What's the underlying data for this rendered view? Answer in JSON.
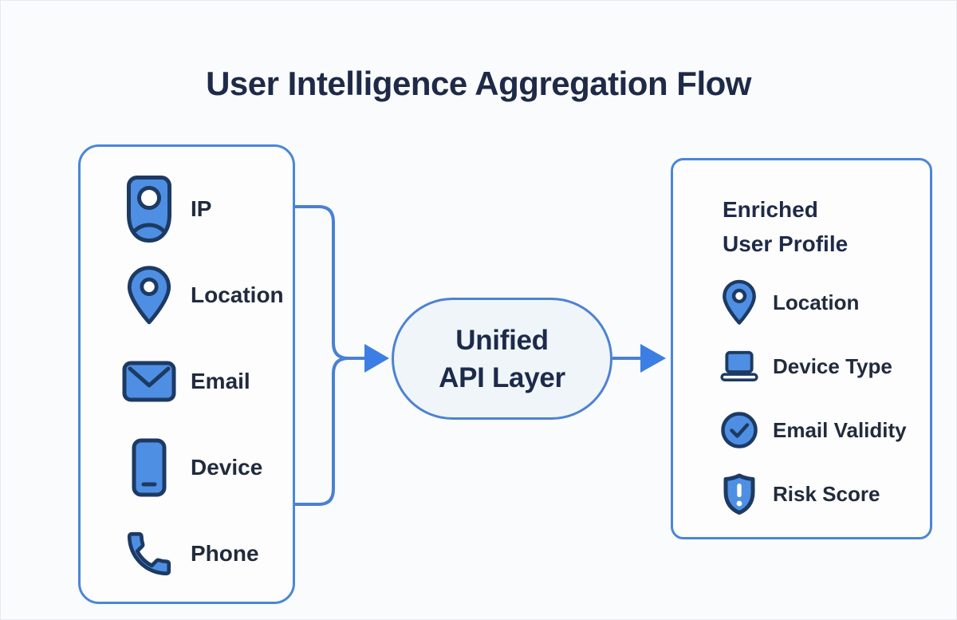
{
  "title": "User Intelligence Aggregation Flow",
  "sources_box": {
    "items": [
      {
        "label": "IP",
        "icon": "user-badge-icon"
      },
      {
        "label": "Location",
        "icon": "map-pin-icon"
      },
      {
        "label": "Email",
        "icon": "envelope-icon"
      },
      {
        "label": "Device",
        "icon": "smartphone-icon"
      },
      {
        "label": "Phone",
        "icon": "phone-handset-icon"
      }
    ]
  },
  "api_node": {
    "label_line1": "Unified",
    "label_line2": "API Layer"
  },
  "profile_box": {
    "title_line1": "Enriched",
    "title_line2": "User Profile",
    "items": [
      {
        "label": "Location",
        "icon": "map-pin-icon"
      },
      {
        "label": "Device Type",
        "icon": "laptop-icon"
      },
      {
        "label": "Email Validity",
        "icon": "check-circle-icon"
      },
      {
        "label": "Risk Score",
        "icon": "shield-alert-icon"
      }
    ]
  },
  "colors": {
    "icon_fill": "#4e8fe3",
    "icon_stroke": "#1d3a63",
    "box_border": "#4a86d8",
    "connector": "#4a80d2",
    "arrowhead": "#3c7ee3",
    "title_text": "#1e2a47",
    "label_text": "#212b3c",
    "api_node_fill": "#f0f5fa"
  }
}
